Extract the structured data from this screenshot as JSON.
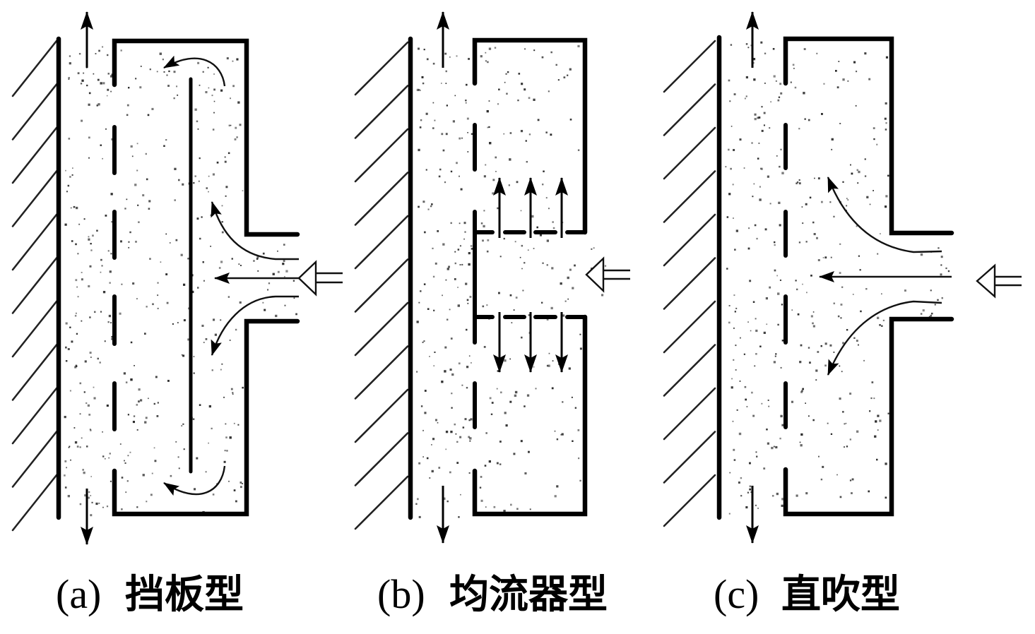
{
  "figure": {
    "panels": [
      {
        "id": "a",
        "label": "(a)",
        "title": "挡板型"
      },
      {
        "id": "b",
        "label": "(b)",
        "title": "均流器型"
      },
      {
        "id": "c",
        "label": "(c)",
        "title": "直吹型"
      }
    ]
  },
  "colors": {
    "line": "#000000",
    "background": "#ffffff",
    "particles": "#2a2a2a"
  },
  "icons": {
    "inlet": "hollow-double-arrow-left",
    "exhaust_up": "arrow-up",
    "exhaust_down": "arrow-down"
  }
}
